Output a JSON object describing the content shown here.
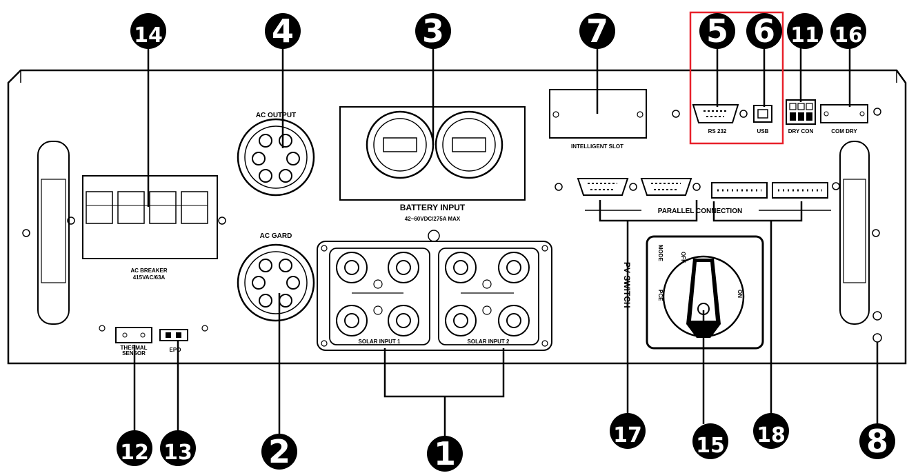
{
  "labels": {
    "ac_output": "AC OUTPUT",
    "ac_grid": "AC GARD",
    "battery_input": "BATTERY  INPUT",
    "battery_rating": "42~60VDC/275A MAX",
    "intelligent_slot": "INTELLIGENT SLOT",
    "rs232": "RS 232",
    "usb": "USB",
    "dry_con": "DRY CON",
    "com_dry": "COM DRY",
    "parallel_connection": "PARALLEL CONNECTION",
    "ac_breaker_1": "AC BREAKER",
    "ac_breaker_2": "415VAC/63A",
    "thermal_sensor_1": "THERMAL",
    "thermal_sensor_2": "SENSOR",
    "epo": "EPO",
    "solar_input_1": "SOLAR  INPUT 1",
    "solar_input_2": "SOLAR  INPUT 2",
    "pv_switch": "PV SWITCH",
    "off": "OFF",
    "on": "ON",
    "pce": "PCE",
    "mode": "MODE"
  },
  "callouts": {
    "c1": "1",
    "c2": "2",
    "c3": "3",
    "c4": "4",
    "c5": "5",
    "c6": "6",
    "c7": "7",
    "c8": "8",
    "c11": "11",
    "c12": "12",
    "c13": "13",
    "c14": "14",
    "c15": "15",
    "c16": "16",
    "c17": "17",
    "c18": "18"
  },
  "colors": {
    "highlight": "#e8202a",
    "line": "#000000",
    "panel": "#ffffff"
  }
}
